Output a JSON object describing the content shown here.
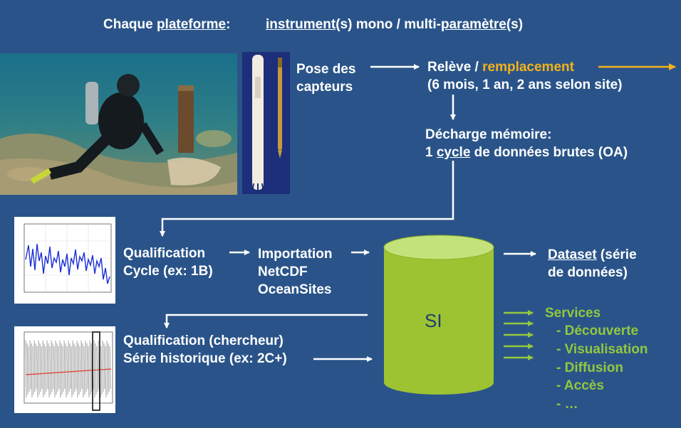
{
  "header": {
    "p1": "Chaque ",
    "p2": "plateforme",
    "p3": ":",
    "p4": "instrument",
    "p5": "(s)  mono / multi-",
    "p6": "paramètre",
    "p7": "(s)"
  },
  "pose": {
    "line1": "Pose des",
    "line2": "capteurs"
  },
  "releve": {
    "part1": "Relève / ",
    "part2": "remplacement",
    "line2": "(6 mois, 1 an, 2 ans selon site)"
  },
  "decharge": {
    "line1": "Décharge mémoire:",
    "l2a": "1 ",
    "l2b": "cycle",
    "l2c": " de données brutes (OA)"
  },
  "qualif1": {
    "line1": "Qualification",
    "line2": "Cycle (ex: 1B)"
  },
  "importation": {
    "line1": "Importation",
    "line2": "NetCDF",
    "line3": "OceanSites"
  },
  "si": {
    "label": "SI"
  },
  "dataset": {
    "u": "Dataset",
    "rest": " (série",
    "line2": "de données)"
  },
  "services": {
    "title": "Services",
    "items": [
      "- Découverte",
      "- Visualisation",
      "- Diffusion",
      "- Accès",
      "- …"
    ]
  },
  "qualif2": {
    "line1": "Qualification  (chercheur)",
    "line2": "Série historique (ex: 2C+)"
  },
  "colors": {
    "background": "#2a5489",
    "accent_orange": "#f4b21a",
    "accent_green": "#92c83e",
    "cylinder": "#9dc332"
  },
  "images": [
    "diver-photo",
    "sensor-photo",
    "cycle-chart-thumbnail",
    "historical-series-chart-thumbnail"
  ]
}
